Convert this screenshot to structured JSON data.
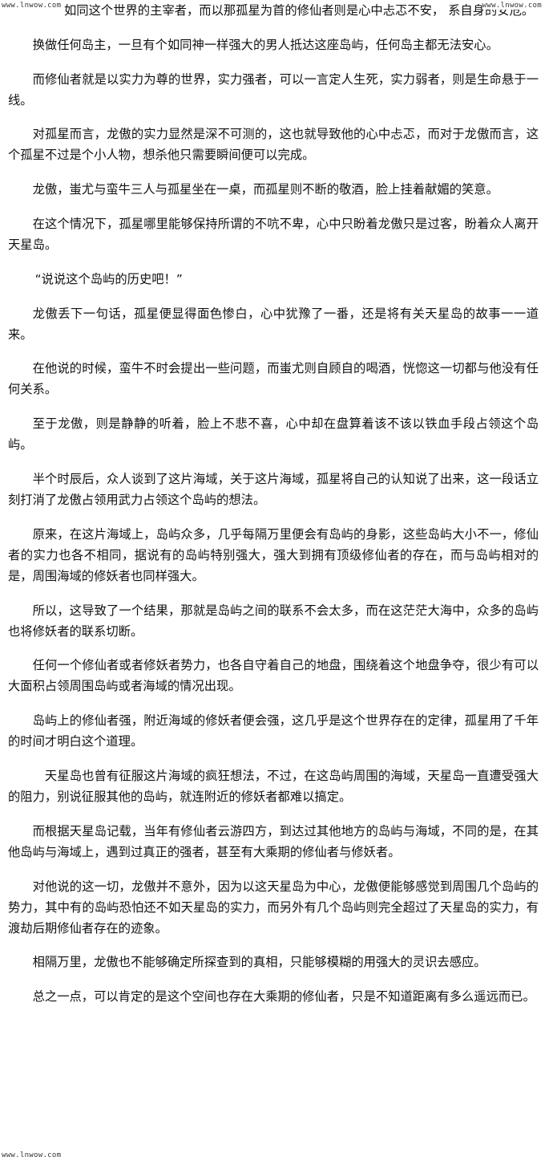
{
  "watermark": {
    "top_left": "www.lnwow.com",
    "top_right": "www.lnwow.com",
    "bottom_left": "www.lnwow.com"
  },
  "paragraphs": [
    "如同这个世界的主宰者，而以那孤星为首的修仙者则是心中忐忑不安，    系自身的安危。",
    "换做任何岛主，一旦有个如同神一样强大的男人抵达这座岛屿，任何岛主都无法安心。",
    "而修仙者就是以实力为尊的世界，实力强者，可以一言定人生死，实力弱者，则是生命悬于一线。",
    "对孤星而言，龙傲的实力显然是深不可测的，这也就导致他的心中忐忑，而对于龙傲而言，这个孤星不过是个小人物，想杀他只需要瞬间便可以完成。",
    "龙傲，蚩尤与蛮牛三人与孤星坐在一桌，而孤星则不断的敬酒，脸上挂着献媚的笑意。",
    "在这个情况下，孤星哪里能够保持所谓的不吭不卑，心中只盼着龙傲只是过客，盼着众人离开天星岛。",
    "“说说这个岛屿的历史吧！”",
    "龙傲丢下一句话，孤星便显得面色惨白，心中犹豫了一番，还是将有关天星岛的故事一一道来。",
    "在他说的时候，蛮牛不时会提出一些问题，而蚩尤则自顾自的喝酒，恍惚这一切都与他没有任何关系。",
    "至于龙傲，则是静静的听着，脸上不悲不喜，心中却在盘算着该不该以铁血手段占领这个岛屿。",
    "半个时辰后，众人谈到了这片海域，关于这片海域，孤星将自己的认知说了出来，这一段话立刻打消了龙傲占领用武力占领这个岛屿的想法。",
    "原来，在这片海域上，岛屿众多，几乎每隔万里便会有岛屿的身影，这些岛屿大小不一，修仙者的实力也各不相同，据说有的岛屿特别强大，强大到拥有顶级修仙者的存在，而与岛屿相对的是，周围海域的修妖者也同样强大。",
    "所以，这导致了一个结果，那就是岛屿之间的联系不会太多，而在这茫茫大海中，众多的岛屿也将修妖者的联系切断。",
    "任何一个修仙者或者修妖者势力，也各自守着自己的地盘，围绕着这个地盘争夺，很少有可以大面积占领周围岛屿或者海域的情况出现。",
    "岛屿上的修仙者强，附近海域的修妖者便会强，这几乎是这个世界存在的定律，孤星用了千年的时间才明白这个道理。",
    "天星岛也曾有征服这片海域的疯狂想法，不过，在这岛屿周围的海域，天星岛一直遭受强大的阻力，别说征服其他的岛屿，就连附近的修妖者都难以搞定。",
    "而根据天星岛记载，当年有修仙者云游四方，到达过其他地方的岛屿与海域，不同的是，在其他岛屿与海域上，遇到过真正的强者，甚至有大乘期的修仙者与修妖者。",
    "对他说的这一切，龙傲并不意外，因为以这天星岛为中心，龙傲便能够感觉到周围几个岛屿的势力，其中有的岛屿恐怕还不如天星岛的实力，而另外有几个岛屿则完全超过了天星岛的实力，有渡劫后期修仙者存在的迹象。",
    "相隔万里，龙傲也不能够确定所探查到的真相，只能够模糊的用强大的灵识去感应。",
    "总之一点，可以肯定的是这个空间也存在大乘期的修仙者，只是不知道距离有多么遥远而已。"
  ]
}
